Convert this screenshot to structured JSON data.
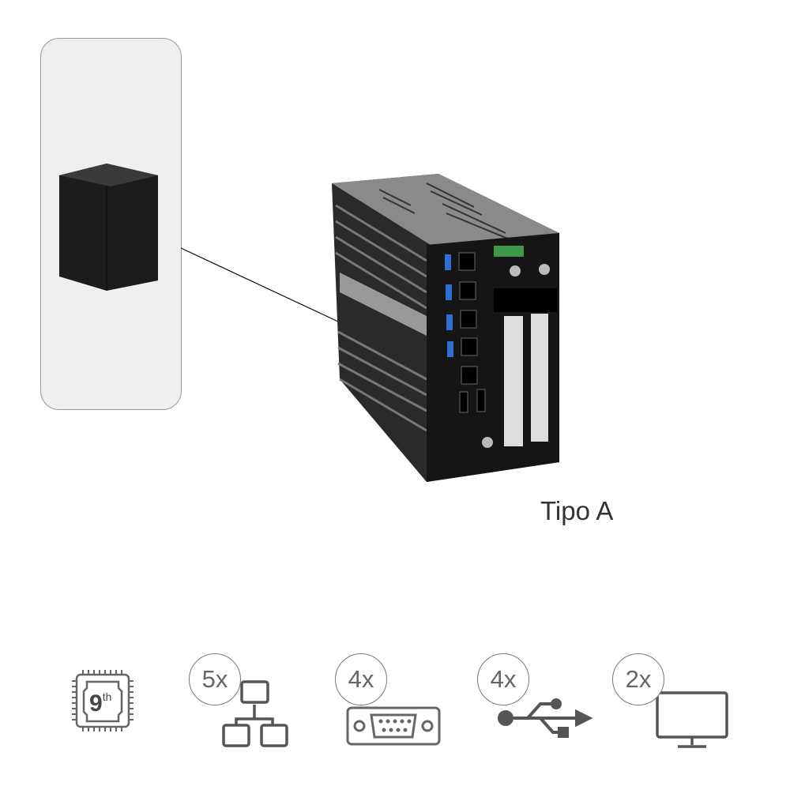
{
  "product": {
    "variant_label": "Tipo A"
  },
  "features": [
    {
      "icon": "cpu-9th-gen-icon",
      "text": "9",
      "suffix": "th"
    },
    {
      "icon": "lan-network-icon",
      "count": "5x"
    },
    {
      "icon": "serial-com-port-icon",
      "count": "4x"
    },
    {
      "icon": "usb-icon",
      "count": "4x"
    },
    {
      "icon": "monitor-display-icon",
      "count": "2x"
    }
  ],
  "colors": {
    "icon": "#666666",
    "panel": "#efefef",
    "body": "#1a1a1a"
  }
}
